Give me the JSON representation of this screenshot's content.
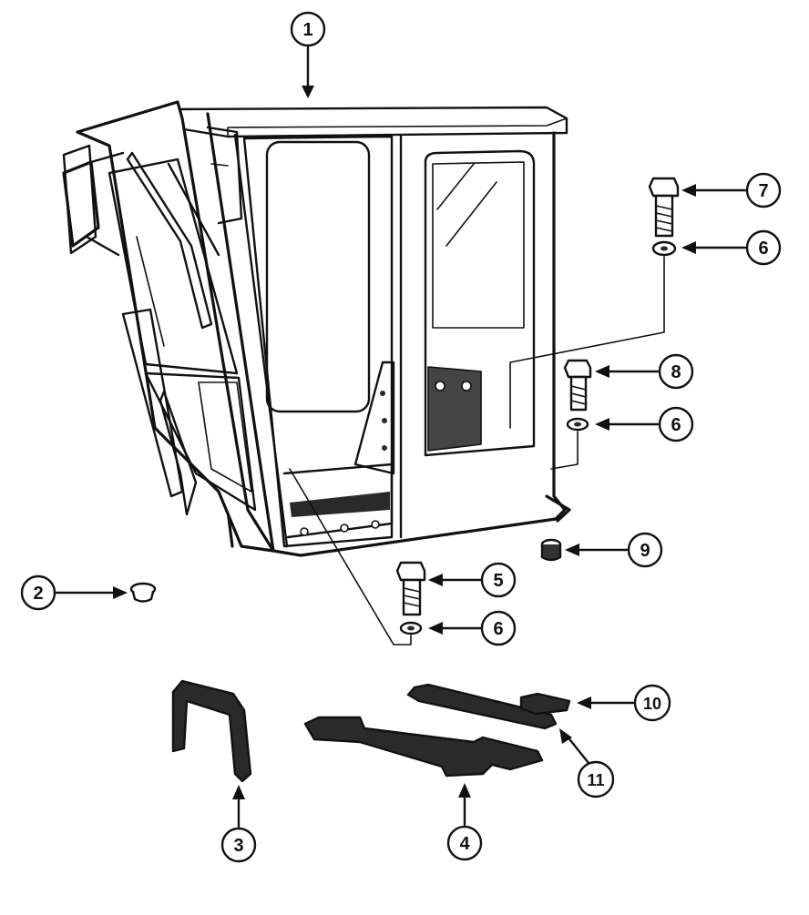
{
  "callouts": [
    {
      "id": "callout-1",
      "label": "1"
    },
    {
      "id": "callout-2",
      "label": "2"
    },
    {
      "id": "callout-3",
      "label": "3"
    },
    {
      "id": "callout-4",
      "label": "4"
    },
    {
      "id": "callout-5",
      "label": "5"
    },
    {
      "id": "callout-6a",
      "label": "6"
    },
    {
      "id": "callout-6b",
      "label": "6"
    },
    {
      "id": "callout-6c",
      "label": "6"
    },
    {
      "id": "callout-7",
      "label": "7"
    },
    {
      "id": "callout-8",
      "label": "8"
    },
    {
      "id": "callout-9",
      "label": "9"
    },
    {
      "id": "callout-10",
      "label": "10"
    },
    {
      "id": "callout-11",
      "label": "11"
    }
  ]
}
